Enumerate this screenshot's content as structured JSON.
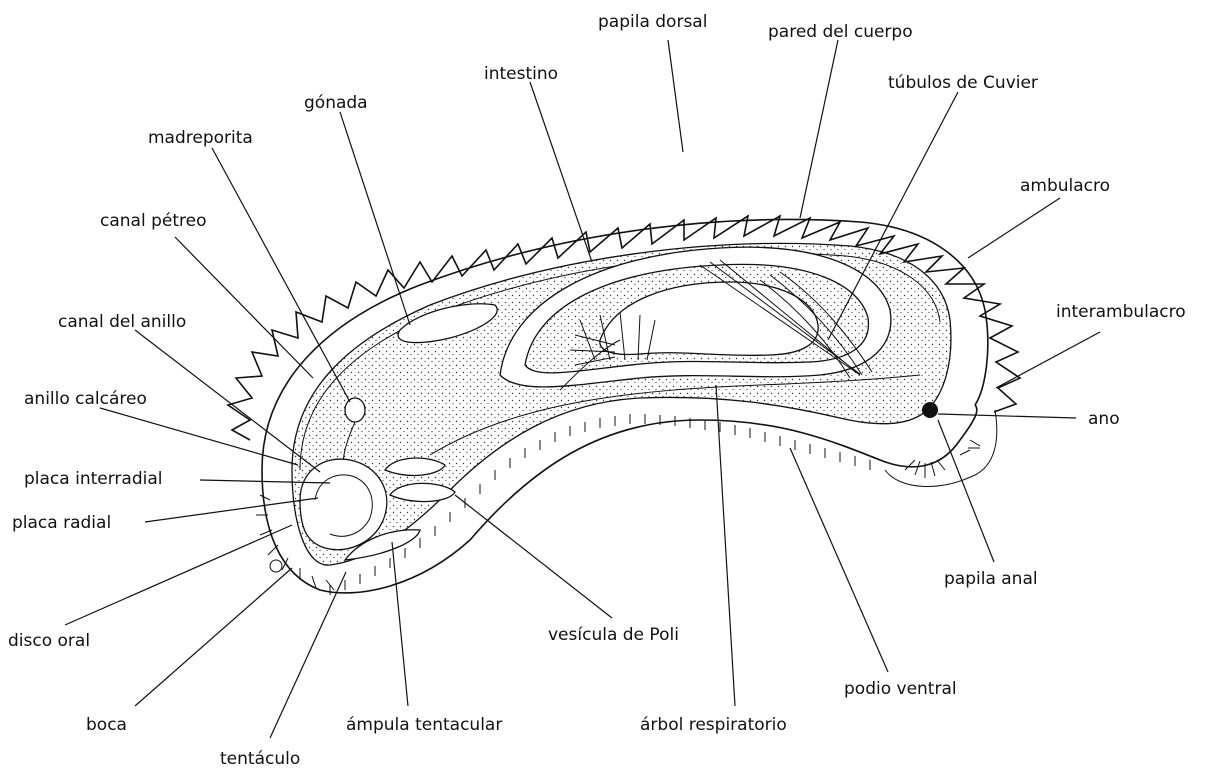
{
  "labels": {
    "papila_dorsal": "papila dorsal",
    "pared_del_cuerpo": "pared del cuerpo",
    "intestino": "intestino",
    "tubulos_de_cuvier": "túbulos de Cuvier",
    "gonada": "gónada",
    "madreporita": "madreporita",
    "ambulacro": "ambulacro",
    "canal_petreo": "canal pétreo",
    "interambulacro": "interambulacro",
    "canal_del_anillo": "canal del anillo",
    "ano": "ano",
    "anillo_calcareo": "anillo calcáreo",
    "placa_interradial": "placa interradial",
    "placa_radial": "placa radial",
    "papila_anal": "papila anal",
    "disco_oral": "disco oral",
    "vesicula_de_poli": "vesícula de Poli",
    "podio_ventral": "podio ventral",
    "boca": "boca",
    "ampula_tentacular": "ámpula tentacular",
    "arbol_respiratorio": "árbol respiratorio",
    "tentaculo": "tentáculo"
  }
}
